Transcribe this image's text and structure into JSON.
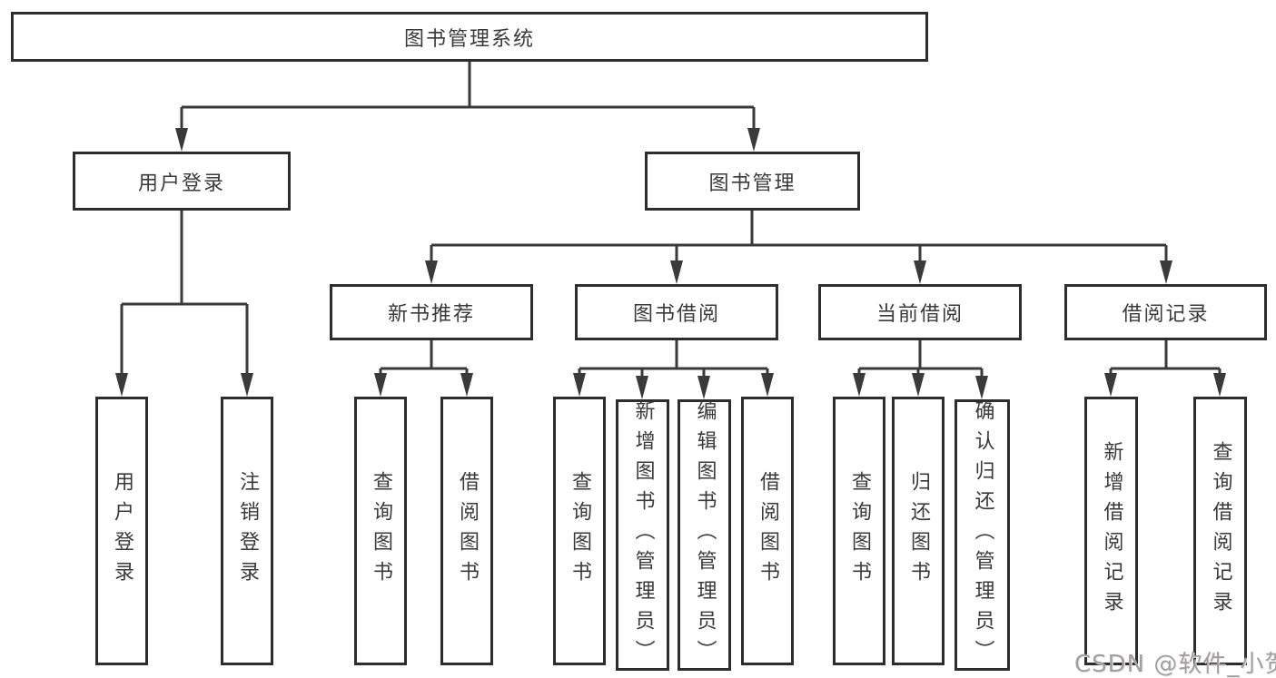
{
  "tree": {
    "label": "图书管理系统",
    "children": [
      {
        "label": "用户登录",
        "children": [
          {
            "label": "用户登录"
          },
          {
            "label": "注销登录"
          }
        ]
      },
      {
        "label": "图书管理",
        "children": [
          {
            "label": "新书推荐",
            "children": [
              {
                "label": "查询图书"
              },
              {
                "label": "借阅图书"
              }
            ]
          },
          {
            "label": "图书借阅",
            "children": [
              {
                "label": "查询图书"
              },
              {
                "label": "新增图书（管理员）"
              },
              {
                "label": "编辑图书（管理员）"
              },
              {
                "label": "借阅图书"
              }
            ]
          },
          {
            "label": "当前借阅",
            "children": [
              {
                "label": "查询图书"
              },
              {
                "label": "归还图书"
              },
              {
                "label": "确认归还（管理员）"
              }
            ]
          },
          {
            "label": "借阅记录",
            "children": [
              {
                "label": "新增借阅记录"
              },
              {
                "label": "查询借阅记录"
              }
            ]
          }
        ]
      }
    ]
  },
  "watermark": "CSDN @软件_小贺同学",
  "colors": {
    "box_border": "#2d2d2d",
    "line": "#3a3a3a",
    "text": "#3a3a3a",
    "watermark": "#a29f9f",
    "background": "#ffffff"
  }
}
